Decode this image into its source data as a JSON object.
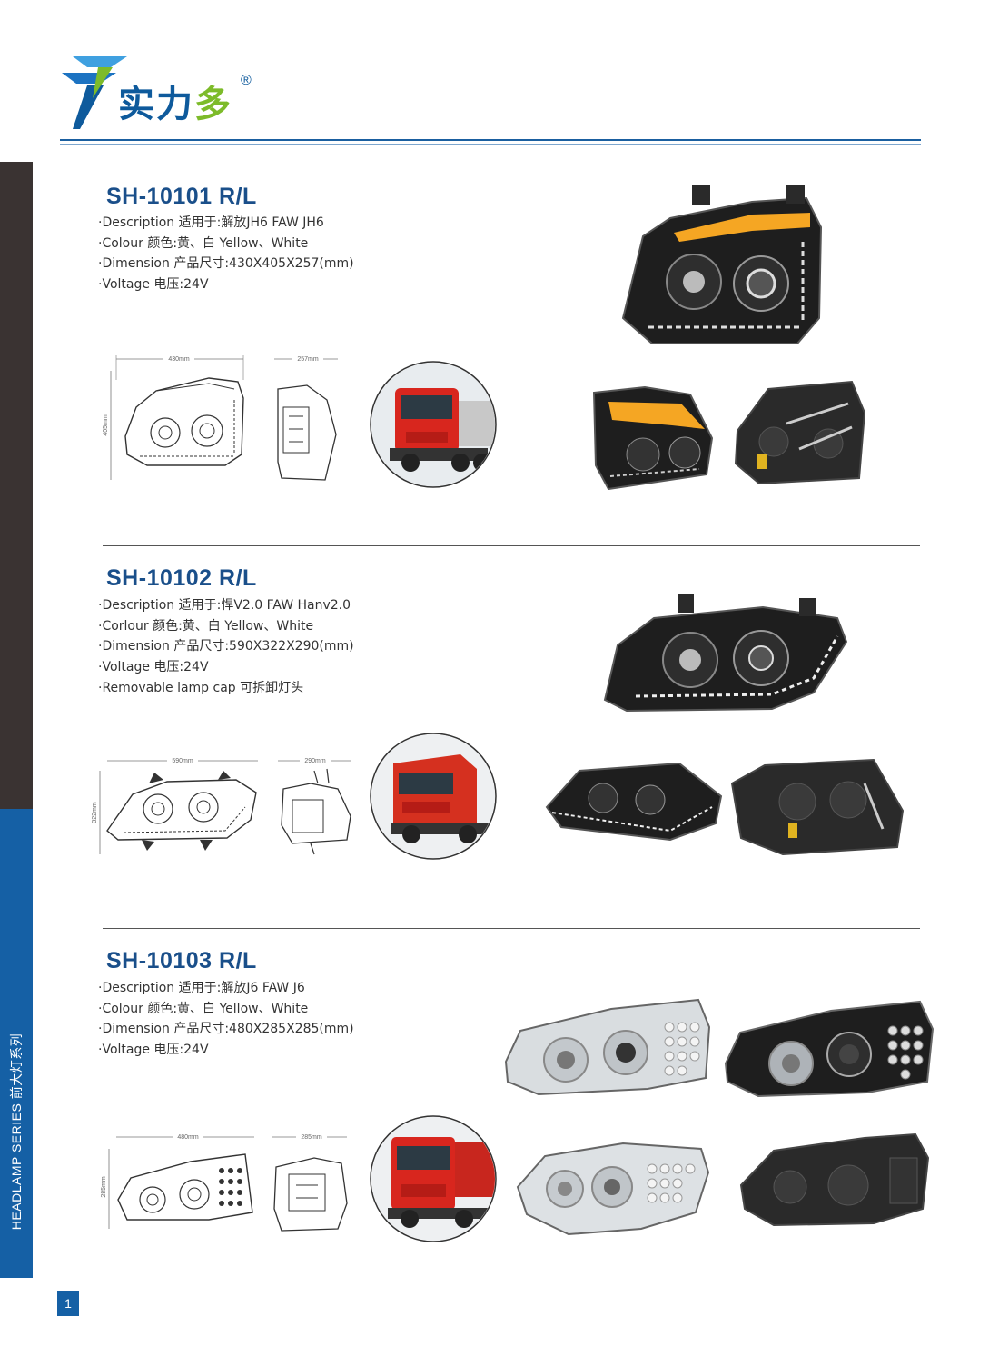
{
  "header": {
    "brand_main": "实力",
    "brand_accent": "多",
    "registered": "®"
  },
  "side_band": {
    "label": "HEADLAMP SERIES  前大灯系列"
  },
  "page_number": "1",
  "products": [
    {
      "title": "SH-10101 R/L",
      "specs": [
        "·Description 适用于:解放JH6  FAW JH6",
        "·Colour 颜色:黄、白  Yellow、White",
        "·Dimension 产品尺寸:430X405X257(mm)",
        "·Voltage 电压:24V"
      ],
      "dims": {
        "width": "430mm",
        "depth": "257mm",
        "height": "405mm"
      }
    },
    {
      "title": "SH-10102 R/L",
      "specs": [
        "·Description 适用于:悍V2.0 FAW Hanv2.0",
        "·Corlour 颜色:黄、白  Yellow、White",
        "·Dimension 产品尺寸:590X322X290(mm)",
        "·Voltage 电压:24V",
        "·Removable lamp cap 可拆卸灯头"
      ],
      "dims": {
        "width": "590mm",
        "depth": "290mm",
        "height": "322mm"
      }
    },
    {
      "title": "SH-10103 R/L",
      "specs": [
        "·Description 适用于:解放J6 FAW J6",
        "·Colour 颜色:黄、白  Yellow、White",
        "·Dimension 产品尺寸:480X285X285(mm)",
        "·Voltage 电压:24V"
      ],
      "dims": {
        "width": "480mm",
        "depth": "285mm",
        "height": "285mm"
      }
    }
  ],
  "colors": {
    "brand_blue": "#1560a5",
    "brand_green": "#7dbb2a",
    "side_dark": "#3a3332",
    "title_blue": "#1a4f8a",
    "lamp_amber": "#f5a623"
  }
}
